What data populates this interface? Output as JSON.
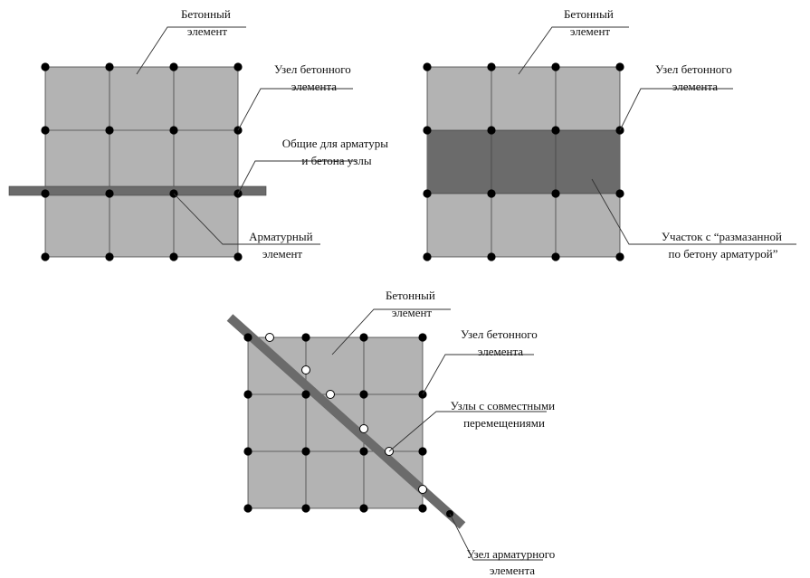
{
  "colors": {
    "concrete_fill": "#b3b3b3",
    "smeared_fill": "#6b6b6b",
    "rebar_fill": "#6b6b6b",
    "grid_line": "#444444",
    "node_dark": "#000000",
    "node_shared": "#ffffff"
  },
  "panel_a": {
    "concrete_label": [
      "Бетонный",
      "элемент"
    ],
    "node_label": [
      "Узел бетонного",
      "элемента"
    ],
    "shared_label": [
      "Общие для арматуры",
      "и бетона узлы"
    ],
    "rebar_label": [
      "Арматурный",
      "элемент"
    ]
  },
  "panel_b": {
    "concrete_label": [
      "Бетонный",
      "элемент"
    ],
    "node_label": [
      "Узел бетонного",
      "элемента"
    ],
    "smeared_label": [
      "Участок с “размазанной",
      "по бетону арматурой”"
    ]
  },
  "panel_c": {
    "concrete_label": [
      "Бетонный",
      "элемент"
    ],
    "node_label": [
      "Узел бетонного",
      "элемента"
    ],
    "joint_label": [
      "Узлы с совместными",
      "перемещениями"
    ],
    "rebar_node_label": [
      "Узел арматурного",
      "элемента"
    ]
  }
}
